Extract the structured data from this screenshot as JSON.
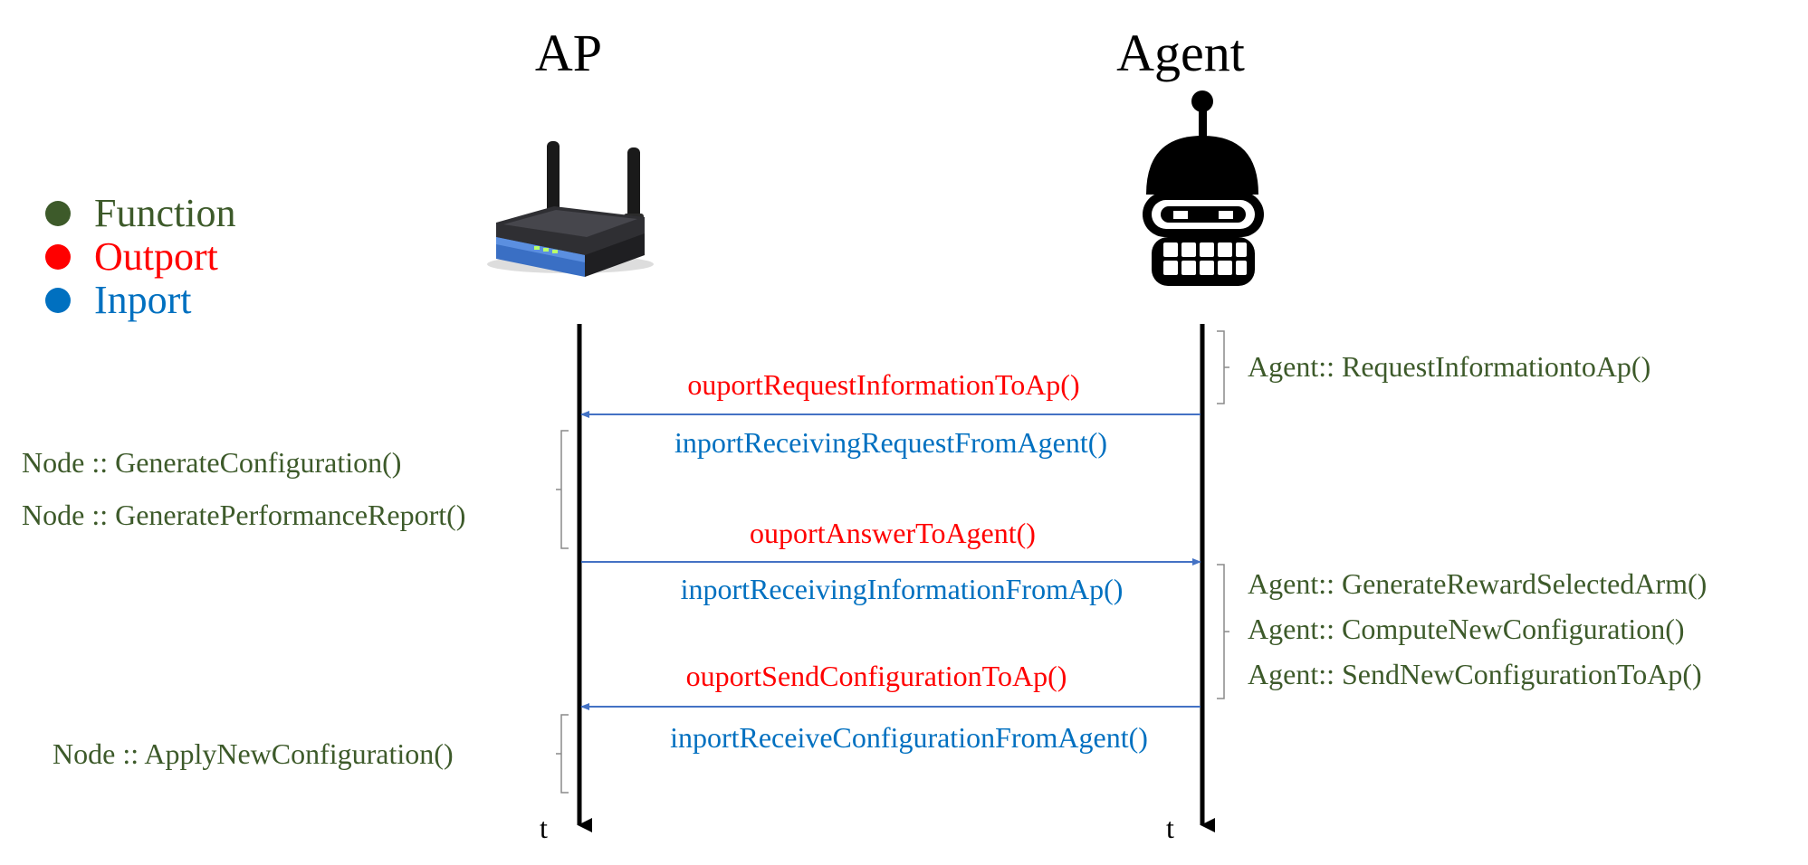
{
  "actors": {
    "ap": {
      "label": "AP",
      "time_label": "t",
      "icon": "wireless-router-icon"
    },
    "agent": {
      "label": "Agent",
      "time_label": "t",
      "icon": "robot-head-icon"
    }
  },
  "legend": {
    "items": [
      {
        "label": "Function",
        "color": "#3d5a2a"
      },
      {
        "label": "Outport",
        "color": "#ff0000"
      },
      {
        "label": "Inport",
        "color": "#0070c0"
      }
    ]
  },
  "colors": {
    "function": "#3d5a2a",
    "outport": "#ff0000",
    "inport": "#0070c0",
    "arrow": "#4472c4",
    "lifeline": "#000000"
  },
  "messages": [
    {
      "outport": "ouportRequestInformationToAp()",
      "inport": "inportReceivingRequestFromAgent()",
      "direction": "agent-to-ap"
    },
    {
      "outport": "ouportAnswerToAgent()",
      "inport": "inportReceivingInformationFromAp()",
      "direction": "ap-to-agent"
    },
    {
      "outport": "ouportSendConfigurationToAp()",
      "inport": "inportReceiveConfigurationFromAgent()",
      "direction": "agent-to-ap"
    }
  ],
  "ap_functions": {
    "group1": [
      "Node :: GenerateConfiguration()",
      "Node :: GeneratePerformanceReport()"
    ],
    "group2": [
      "Node :: ApplyNewConfiguration()"
    ]
  },
  "agent_functions": {
    "group1": [
      "Agent:: RequestInformationtoAp()"
    ],
    "group2": [
      "Agent:: GenerateRewardSelectedArm()",
      "Agent:: ComputeNewConfiguration()",
      "Agent:: SendNewConfigurationToAp()"
    ]
  }
}
